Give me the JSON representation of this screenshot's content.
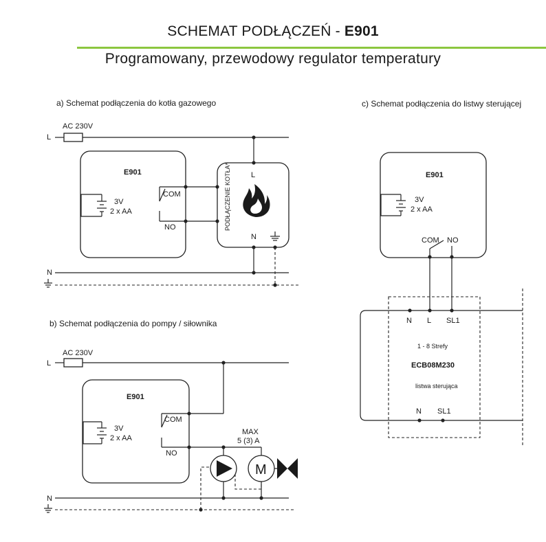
{
  "header": {
    "title_prefix": "SCHEMAT PODŁĄCZEŃ - ",
    "title_model": "E901",
    "subtitle": "Programowany, przewodowy regulator temperatury"
  },
  "accent_color": "#8cc63f",
  "section_a": {
    "heading": "a) Schemat podłączenia do kotła gazowego",
    "supply_label": "AC 230V",
    "line_l": "L",
    "line_n": "N",
    "device": "E901",
    "battery_v": "3V",
    "battery_type": "2 x AA",
    "com": "COM",
    "no": "NO",
    "boiler_label": "PODŁĄCZENIE KOTŁA*",
    "boiler_l": "L",
    "boiler_n": "N",
    "icons": [
      "flame-icon",
      "ground-icon",
      "fuse-icon"
    ]
  },
  "section_b": {
    "heading": "b) Schemat podłączenia do pompy / siłownika",
    "supply_label": "AC 230V",
    "line_l": "L",
    "line_n": "N",
    "device": "E901",
    "battery_v": "3V",
    "battery_type": "2 x AA",
    "com": "COM",
    "no": "NO",
    "max_label": "MAX",
    "max_value": "5 (3) A",
    "motor": "M",
    "icons": [
      "pump-icon",
      "motor-icon",
      "valve-icon",
      "ground-icon"
    ]
  },
  "section_c": {
    "heading": "c) Schemat podłączenia do listwy sterującej",
    "device": "E901",
    "battery_v": "3V",
    "battery_type": "2 x AA",
    "com": "COM",
    "no": "NO",
    "strip_n": "N",
    "strip_l": "L",
    "strip_sl1": "SL1",
    "zones": "1 - 8 Strefy",
    "strip_model": "ECB08M230",
    "strip_desc": "listwa sterująca",
    "bottom_n": "N",
    "bottom_sl1": "SL1"
  }
}
